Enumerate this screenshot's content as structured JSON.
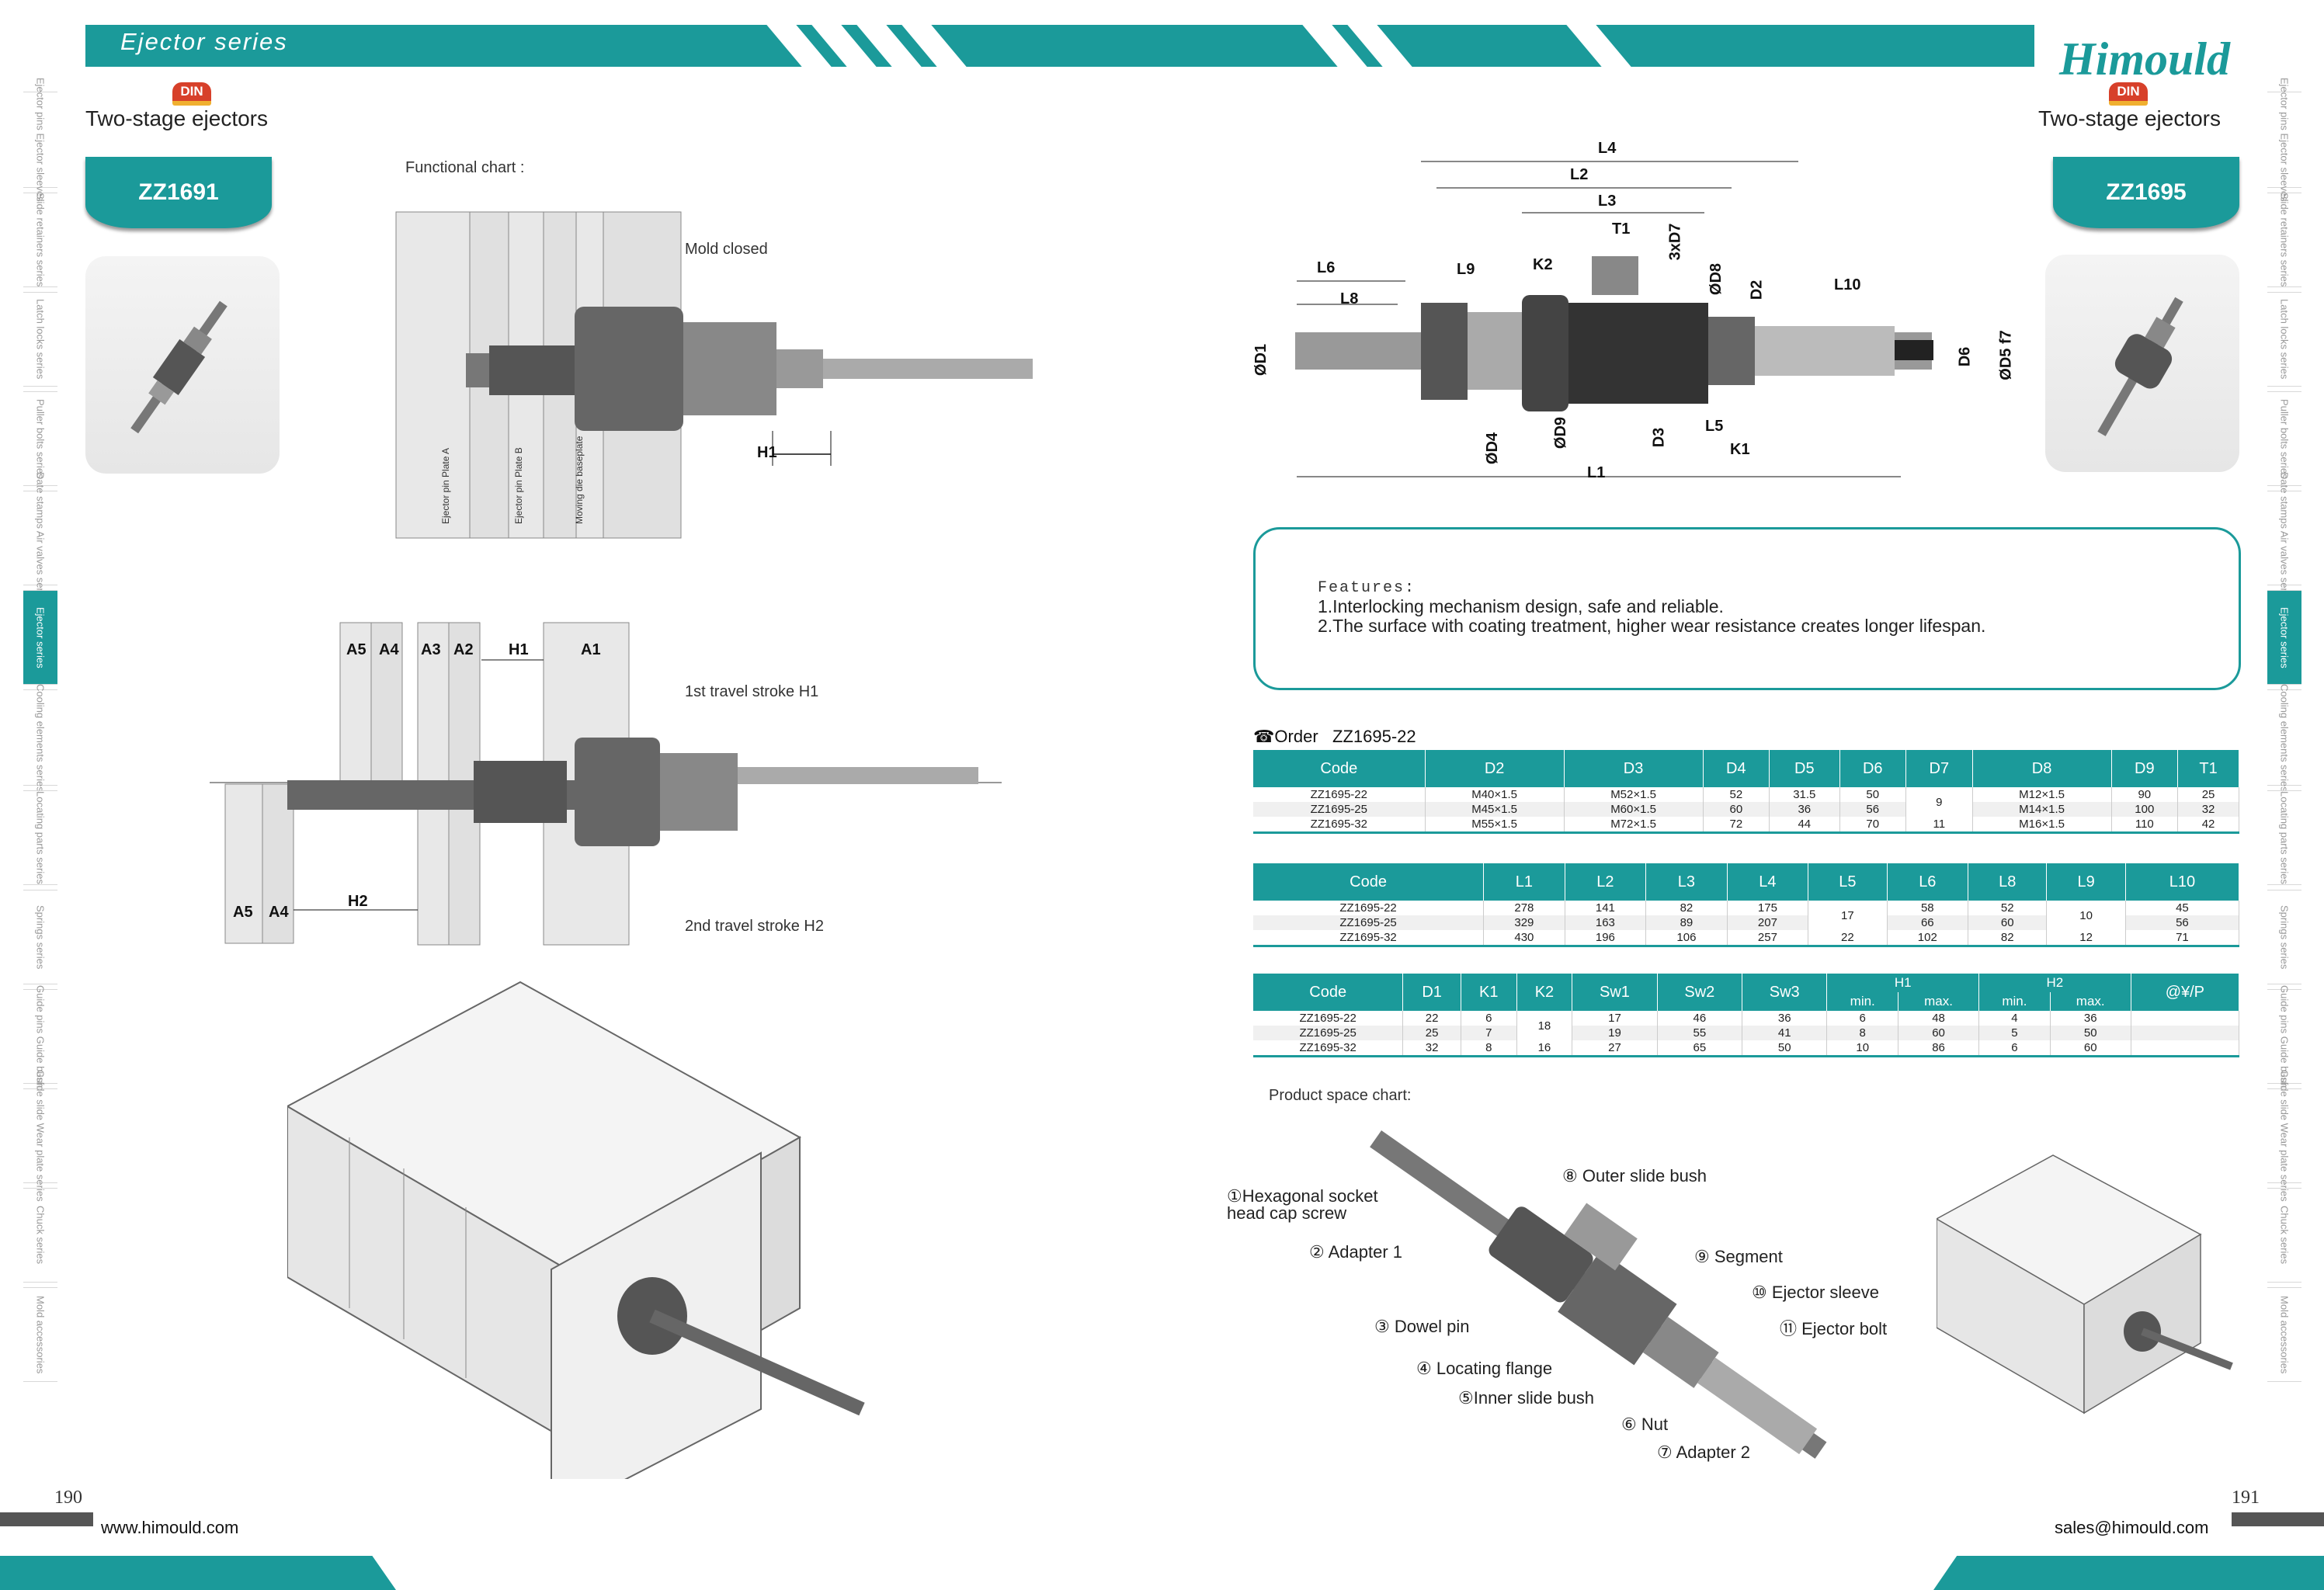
{
  "header": {
    "section_title": "Ejector series",
    "brand": "Himould"
  },
  "left_page": {
    "din": "DIN",
    "product_title": "Two-stage ejectors",
    "product_code": "ZZ1691",
    "functional_chart_label": "Functional chart :",
    "mold_closed_label": "Mold closed",
    "plate_labels": [
      "Ejector pin Plate A",
      "Ejector pin Plate B",
      "Moving die baseplate"
    ],
    "dim_h1": "H1",
    "stroke1_label": "1st travel stroke H1",
    "stroke2_label": "2nd travel stroke H2",
    "a_labels_top": [
      "A5",
      "A4",
      "A3",
      "A2",
      "H1",
      "A1"
    ],
    "a_labels_bottom": [
      "A5",
      "A4",
      "H2"
    ],
    "page_number": "190",
    "website": "www.himould.com"
  },
  "right_page": {
    "din": "DIN",
    "product_title": "Two-stage ejectors",
    "product_code": "ZZ1695",
    "dims": [
      "L4",
      "L2",
      "L3",
      "T1",
      "3xD7",
      "ØD8",
      "D2",
      "L10",
      "L6",
      "L9",
      "K2",
      "L8",
      "ØD1",
      "D6",
      "ØD5 f7",
      "ØD4",
      "ØD9",
      "D3",
      "L5",
      "K1",
      "L1"
    ],
    "features_heading": "Features:",
    "features": [
      "1.Interlocking mechanism design, safe and reliable.",
      "2.The surface with coating treatment, higher wear resistance creates longer lifespan."
    ],
    "order_label": "Order",
    "order_code": "ZZ1695-22",
    "table1": {
      "headers": [
        "Code",
        "D2",
        "D3",
        "D4",
        "D5",
        "D6",
        "D7",
        "D8",
        "D9",
        "T1"
      ],
      "rows": [
        [
          "ZZ1695-22",
          "M40×1.5",
          "M52×1.5",
          "52",
          "31.5",
          "50",
          "9",
          "M12×1.5",
          "90",
          "25"
        ],
        [
          "ZZ1695-25",
          "M45×1.5",
          "M60×1.5",
          "60",
          "36",
          "56",
          "",
          "M14×1.5",
          "100",
          "32"
        ],
        [
          "ZZ1695-32",
          "M55×1.5",
          "M72×1.5",
          "72",
          "44",
          "70",
          "11",
          "M16×1.5",
          "110",
          "42"
        ]
      ]
    },
    "table2": {
      "headers": [
        "Code",
        "L1",
        "L2",
        "L3",
        "L4",
        "L5",
        "L6",
        "L8",
        "L9",
        "L10"
      ],
      "rows": [
        [
          "ZZ1695-22",
          "278",
          "141",
          "82",
          "175",
          "17",
          "58",
          "52",
          "10",
          "45"
        ],
        [
          "ZZ1695-25",
          "329",
          "163",
          "89",
          "207",
          "",
          "66",
          "60",
          "",
          "56"
        ],
        [
          "ZZ1695-32",
          "430",
          "196",
          "106",
          "257",
          "22",
          "102",
          "82",
          "12",
          "71"
        ]
      ]
    },
    "table3": {
      "headers": [
        "Code",
        "D1",
        "K1",
        "K2",
        "Sw1",
        "Sw2",
        "Sw3",
        "H1",
        "H2",
        "@¥/P"
      ],
      "subheaders": [
        "min.",
        "max.",
        "min.",
        "max."
      ],
      "rows": [
        [
          "ZZ1695-22",
          "22",
          "6",
          "18",
          "17",
          "46",
          "36",
          "6",
          "48",
          "4",
          "36",
          ""
        ],
        [
          "ZZ1695-25",
          "25",
          "7",
          "",
          "19",
          "55",
          "41",
          "8",
          "60",
          "5",
          "50",
          ""
        ],
        [
          "ZZ1695-32",
          "32",
          "8",
          "16",
          "27",
          "65",
          "50",
          "10",
          "86",
          "6",
          "60",
          ""
        ]
      ]
    },
    "product_space_label": "Product space chart:",
    "parts": [
      "①Hexagonal socket head cap screw",
      "② Adapter 1",
      "③ Dowel pin",
      "④ Locating flange",
      "⑤Inner slide bush",
      "⑥ Nut",
      "⑦ Adapter 2",
      "⑧ Outer slide bush",
      "⑨ Segment",
      "⑩ Ejector sleeve",
      "⑪ Ejector bolt"
    ],
    "page_number": "191",
    "email": "sales@himould.com"
  },
  "side_tabs": [
    "Ejector pins Ejector sleeves",
    "Slide retainers series",
    "Latch locks series",
    "Puller bolts series",
    "Date stamps Air valves series",
    "Ejector series",
    "Cooling elements series",
    "Locating parts series",
    "Springs series",
    "Guide pins Guide bush",
    "Guide slide Wear plate series",
    "Chuck series",
    "Mold accessories"
  ],
  "active_tab_index": 5,
  "colors": {
    "accent": "#1b9a9a",
    "din_red": "#d7402a",
    "din_gold": "#f0b030"
  }
}
